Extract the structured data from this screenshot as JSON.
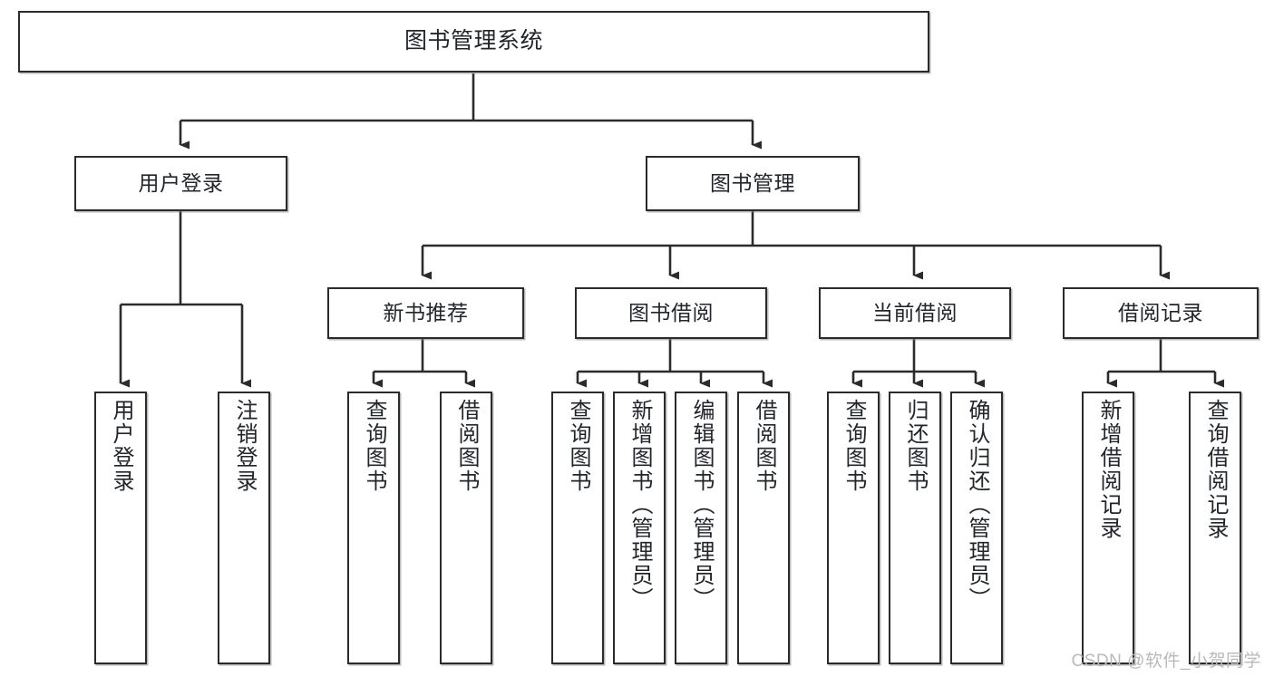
{
  "diagram": {
    "title": "图书管理系统",
    "type": "tree-hierarchy",
    "watermark": "CSDN @软件_小贺同学",
    "colors": {
      "box_border": "#2b2b2b",
      "box_fill": "#ffffff",
      "text": "#22262b",
      "edge": "#2b2b2b",
      "watermark": "#b9b9b9",
      "background": "#ffffff"
    },
    "levels": {
      "root": {
        "label": "图书管理系统"
      },
      "level2": [
        {
          "label": "用户登录"
        },
        {
          "label": "图书管理"
        }
      ],
      "level3": [
        {
          "label": "新书推荐",
          "parent": "图书管理"
        },
        {
          "label": "图书借阅",
          "parent": "图书管理"
        },
        {
          "label": "当前借阅",
          "parent": "图书管理"
        },
        {
          "label": "借阅记录",
          "parent": "图书管理"
        }
      ],
      "leaves": [
        {
          "label": "用户登录",
          "parent": "用户登录"
        },
        {
          "label": "注销登录",
          "parent": "用户登录"
        },
        {
          "label": "查询图书",
          "parent": "新书推荐"
        },
        {
          "label": "借阅图书",
          "parent": "新书推荐"
        },
        {
          "label": "查询图书",
          "parent": "图书借阅"
        },
        {
          "label": "新增图书（管理员）",
          "parent": "图书借阅"
        },
        {
          "label": "编辑图书（管理员）",
          "parent": "图书借阅"
        },
        {
          "label": "借阅图书",
          "parent": "图书借阅"
        },
        {
          "label": "查询图书",
          "parent": "当前借阅"
        },
        {
          "label": "归还图书",
          "parent": "当前借阅"
        },
        {
          "label": "确认归还（管理员）",
          "parent": "当前借阅"
        },
        {
          "label": "新增借阅记录",
          "parent": "借阅记录"
        },
        {
          "label": "查询借阅记录",
          "parent": "借阅记录"
        }
      ]
    }
  }
}
